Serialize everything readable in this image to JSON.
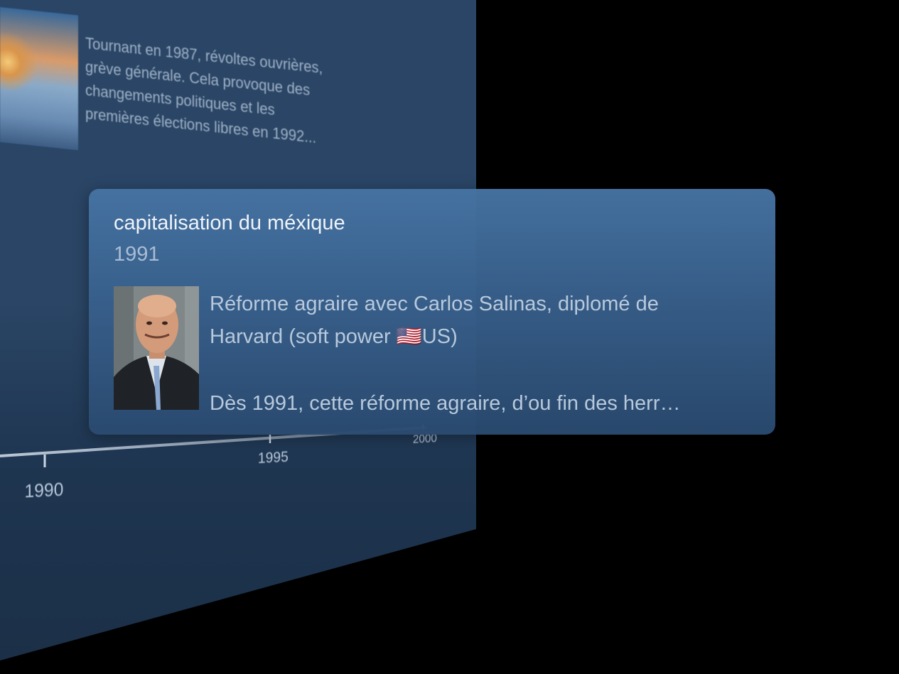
{
  "background_panel": {
    "text": [
      "Tournant en 1987, révoltes ouvrières,",
      "grève générale. Cela provoque des",
      "changements politiques et les",
      "premières élections libres en 1992..."
    ],
    "timeline_ticks": [
      "1990",
      "1995",
      "2000"
    ]
  },
  "card": {
    "title": "capitalisation du méxique",
    "date": "1991",
    "description_lines": [
      "Réforme agraire avec Carlos Salinas, diplomé de",
      "Harvard (soft power 🇺🇸US)"
    ],
    "description_more": "Dès 1991, cette réforme agraire, d’ou fin des herr…"
  },
  "colors": {
    "card_top": "#4673a3",
    "card_bottom": "#2a4a70",
    "panel": "#2a4566",
    "background": "#000000"
  }
}
